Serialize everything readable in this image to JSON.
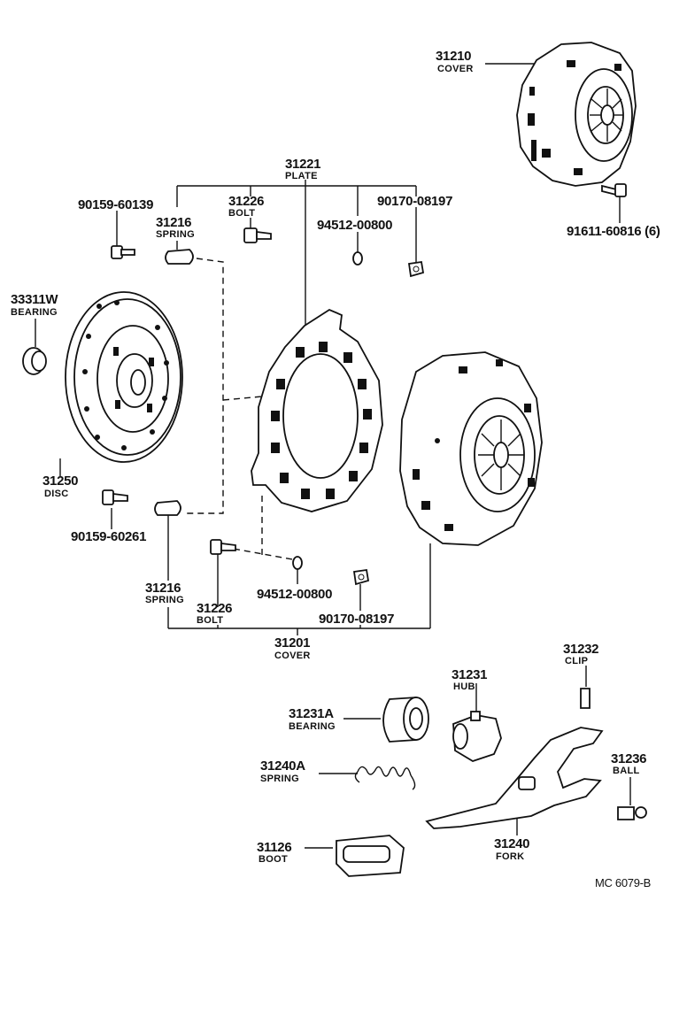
{
  "parts": {
    "cover_top": {
      "number": "31210",
      "label": "COVER"
    },
    "plate": {
      "number": "31221",
      "label": "PLATE"
    },
    "bolt_9015960139": {
      "number": "90159-60139"
    },
    "spring_top": {
      "number": "31216",
      "label": "SPRING"
    },
    "bolt_top": {
      "number": "31226",
      "label": "BOLT"
    },
    "washer_top": {
      "number": "94512-00800"
    },
    "nut_top": {
      "number": "90170-08197"
    },
    "bolt_9161160816": {
      "number": "91611-60816 (6)"
    },
    "bearing_33311w": {
      "number": "33311W",
      "label": "BEARING"
    },
    "disc": {
      "number": "31250",
      "label": "DISC"
    },
    "bolt_9015960261": {
      "number": "90159-60261"
    },
    "spring_bottom": {
      "number": "31216",
      "label": "SPRING"
    },
    "bolt_bottom": {
      "number": "31226",
      "label": "BOLT"
    },
    "washer_bottom": {
      "number": "94512-00800"
    },
    "nut_bottom": {
      "number": "90170-08197"
    },
    "cover_bottom": {
      "number": "31201",
      "label": "COVER"
    },
    "clip": {
      "number": "31232",
      "label": "CLIP"
    },
    "hub": {
      "number": "31231",
      "label": "HUB"
    },
    "release_bearing": {
      "number": "31231A",
      "label": "BEARING"
    },
    "ball": {
      "number": "31236",
      "label": "BALL"
    },
    "fork_spring": {
      "number": "31240A",
      "label": "SPRING"
    },
    "fork": {
      "number": "31240",
      "label": "FORK"
    },
    "boot": {
      "number": "31126",
      "label": "BOOT"
    }
  },
  "diagram_code": "MC  6079-B"
}
